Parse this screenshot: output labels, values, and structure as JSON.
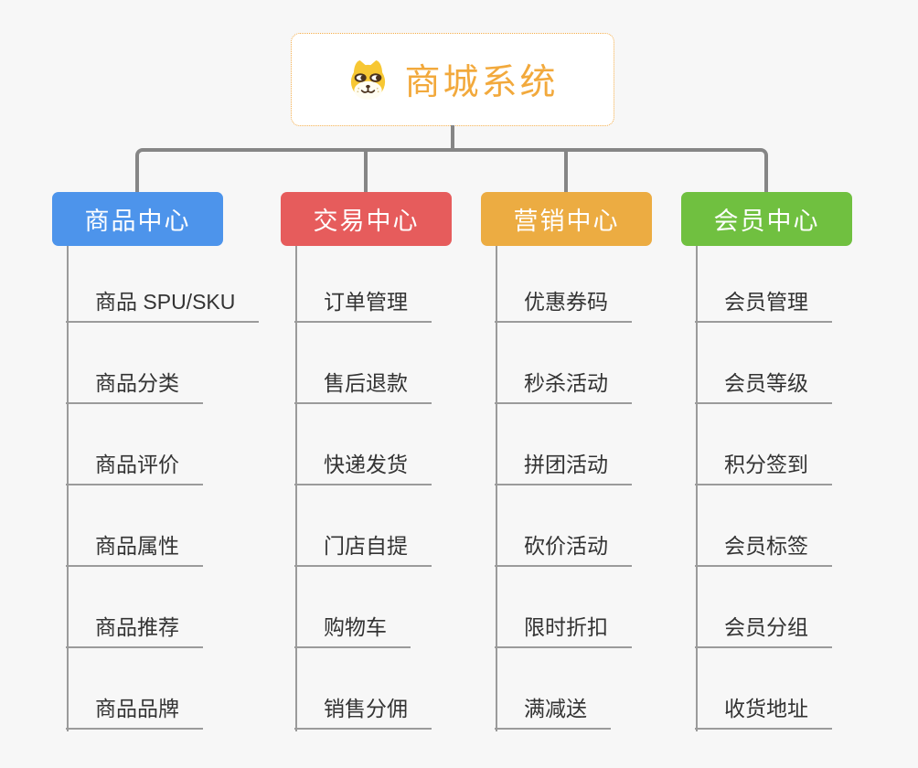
{
  "root": {
    "title": "商城系统",
    "icon": "dog-face-icon"
  },
  "branches": [
    {
      "label": "商品中心",
      "color": "#4D94EB",
      "children": [
        "商品 SPU/SKU",
        "商品分类",
        "商品评价",
        "商品属性",
        "商品推荐",
        "商品品牌"
      ]
    },
    {
      "label": "交易中心",
      "color": "#E65C5C",
      "children": [
        "订单管理",
        "售后退款",
        "快递发货",
        "门店自提",
        "购物车",
        "销售分佣"
      ]
    },
    {
      "label": "营销中心",
      "color": "#ECAC42",
      "children": [
        "优惠券码",
        "秒杀活动",
        "拼团活动",
        "砍价活动",
        "限时折扣",
        "满减送"
      ]
    },
    {
      "label": "会员中心",
      "color": "#70C040",
      "children": [
        "会员管理",
        "会员等级",
        "积分签到",
        "会员标签",
        "会员分组",
        "收货地址"
      ]
    }
  ],
  "colors": {
    "background": "#F7F7F7",
    "connector": "#868686",
    "leaf_line": "#9B9B9B",
    "leaf_text": "#333333",
    "branch_text": "#FFFFFF",
    "root_border": "#F3AC47",
    "root_title": "#F2A93C",
    "icon_yellow": "#F7C733"
  }
}
